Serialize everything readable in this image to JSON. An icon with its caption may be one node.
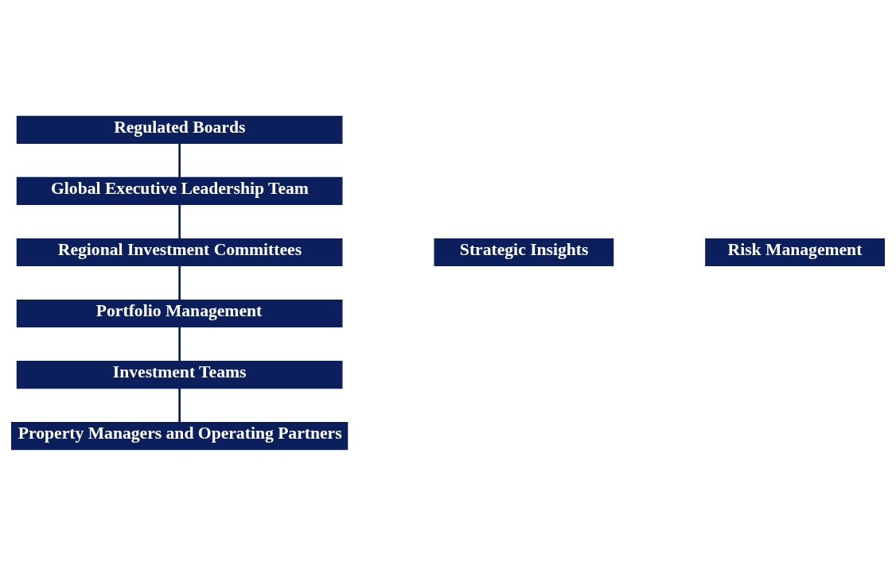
{
  "diagram": {
    "nodes": [
      {
        "text": [
          "Regulated Boards"
        ]
      },
      {
        "text": [
          "Global Executive Leadership Team"
        ]
      },
      {
        "text": [
          "Regional Investment Committees"
        ]
      },
      {
        "text": [
          "Portfolio Management"
        ]
      },
      {
        "text": [
          "Investment Teams"
        ]
      },
      {
        "text": [
          "Property Managers and Operating Partners"
        ]
      },
      {
        "text": [
          "Strategic Insights"
        ]
      },
      {
        "text": [
          "Risk Management"
        ]
      }
    ],
    "edges": [
      {
        "from": 0,
        "to": 1,
        "arrow": "none"
      },
      {
        "from": 1,
        "to": 2,
        "arrow": "none"
      },
      {
        "from": 2,
        "to": 3,
        "arrow": "none"
      },
      {
        "from": 3,
        "to": 4,
        "arrow": "none"
      },
      {
        "from": 4,
        "to": 5,
        "arrow": "none"
      }
    ]
  }
}
